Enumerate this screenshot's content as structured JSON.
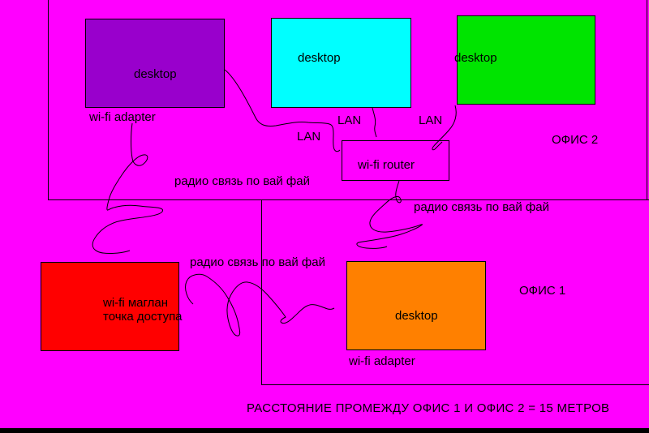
{
  "background": "#FF00FF",
  "regions": {
    "office2": {
      "label": "ОФИС 2"
    },
    "office1": {
      "label": "ОФИС 1"
    }
  },
  "nodes": {
    "desktop_purple": {
      "label": "desktop",
      "color": "#9900CC",
      "adapter_label": "wi-fi adapter"
    },
    "desktop_cyan": {
      "label": "desktop",
      "color": "#00FFFF"
    },
    "desktop_green": {
      "label": "desktop",
      "color": "#00E400"
    },
    "router": {
      "label": "wi-fi router"
    },
    "access_point": {
      "label_line1": "wi-fi маглан",
      "label_line2": "точка доступа",
      "color": "#FF0000"
    },
    "desktop_orange": {
      "label": "desktop",
      "color": "#FF8000",
      "adapter_label": "wi-fi adapter"
    }
  },
  "connection_labels": {
    "lan1": "LAN",
    "lan2": "LAN",
    "lan3": "LAN",
    "radio1": "радио связь по вай фай",
    "radio2": "радио связь по вай фай",
    "radio3": "радио связь по вай фай"
  },
  "caption": "РАССТОЯНИЕ ПРОМЕЖДУ ОФИС 1 И ОФИС 2 = 15 МЕТРОВ",
  "line_color": "#000000"
}
